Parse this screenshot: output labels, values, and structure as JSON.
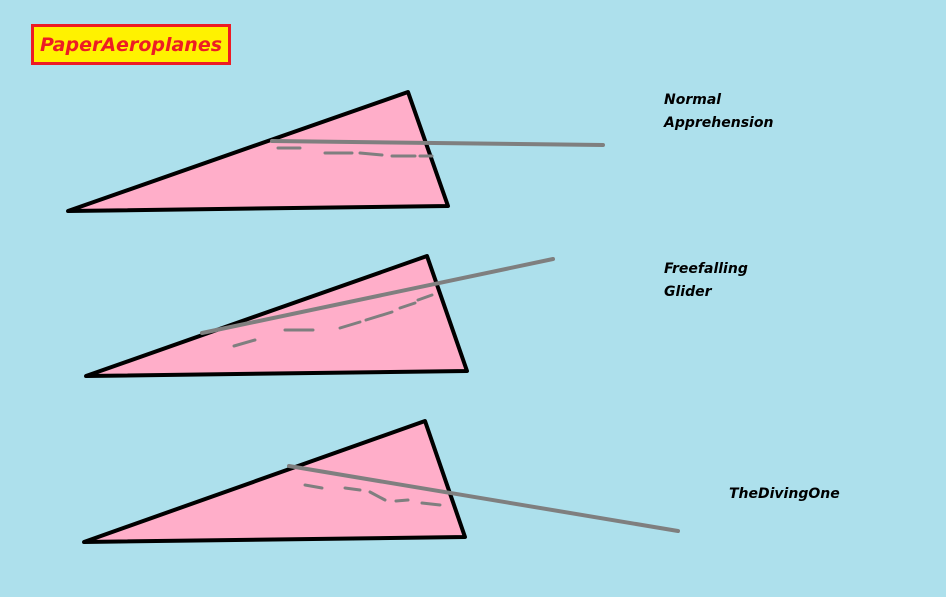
{
  "title": "PaperAeroplanes",
  "colors": {
    "background": "#ADE0EC",
    "title_fill": "#FFF200",
    "title_border": "#ED1C24",
    "plane_fill": "#FFAEC9",
    "plane_outline": "#000000",
    "flight_line": "#7F7F7F"
  },
  "planes": [
    {
      "label_lines": [
        "Normal",
        "Apprehension"
      ]
    },
    {
      "label_lines": [
        "Freefalling",
        "Glider"
      ]
    },
    {
      "label_lines": [
        "TheDivingOne"
      ]
    }
  ]
}
